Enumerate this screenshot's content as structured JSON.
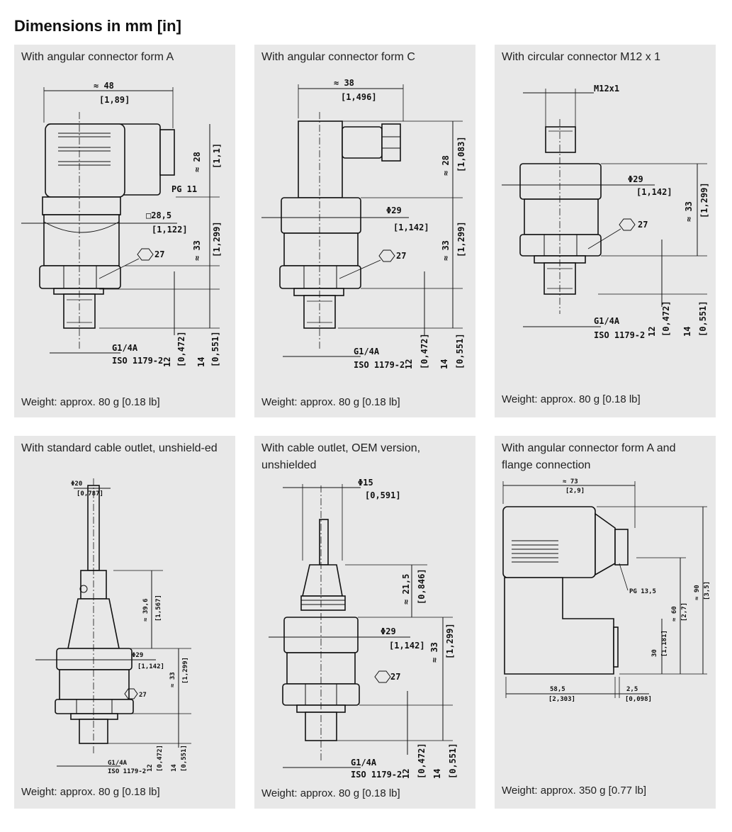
{
  "page_title": "Dimensions in mm [in]",
  "panels": [
    {
      "title": "With angular connector form A",
      "weight": "Weight: approx. 80 g [0.18 lb]",
      "labels": {
        "width": "≈ 48",
        "width_in": "[1,89]",
        "h_conn": "≈ 28",
        "h_conn_in": "[1,1]",
        "pg": "PG 11",
        "square": "□28,5",
        "square_in": "[1,122]",
        "h_body": "≈ 33",
        "h_body_in": "[1,299]",
        "hex": "27",
        "thread": "G1/4A",
        "iso": "ISO 1179-2",
        "t12": "12",
        "t12_in": "[0,472]",
        "t14": "14",
        "t14_in": "[0,551]"
      }
    },
    {
      "title": "With angular connector form C",
      "weight": "Weight: approx. 80 g [0.18 lb]",
      "labels": {
        "width": "≈ 38",
        "width_in": "[1,496]",
        "h_conn": "≈ 28",
        "h_conn_in": "[1,083]",
        "dia": "Φ29",
        "dia_in": "[1,142]",
        "h_body": "≈ 33",
        "h_body_in": "[1,299]",
        "hex": "27",
        "thread": "G1/4A",
        "iso": "ISO 1179-2",
        "t12": "12",
        "t12_in": "[0,472]",
        "t14": "14",
        "t14_in": "[0,551]"
      }
    },
    {
      "title": "With circular connector M12 x 1",
      "weight": "Weight: approx. 80 g [0.18 lb]",
      "labels": {
        "m12": "M12x1",
        "dia": "Φ29",
        "dia_in": "[1,142]",
        "h_body": "≈ 33",
        "h_body_in": "[1,299]",
        "hex": "27",
        "thread": "G1/4A",
        "iso": "ISO 1179-2",
        "t12": "12",
        "t12_in": "[0,472]",
        "t14": "14",
        "t14_in": "[0,551]"
      }
    },
    {
      "title": "With standard cable outlet, unshield-ed",
      "weight": "Weight: approx. 80 g [0.18 lb]",
      "labels": {
        "dia_top": "Φ20",
        "dia_top_in": "[0,787]",
        "h_cable": "≈ 39,6",
        "h_cable_in": "[1,567]",
        "dia": "Φ29",
        "dia_in": "[1,142]",
        "h_body": "≈ 33",
        "h_body_in": "[1,299]",
        "hex": "27",
        "thread": "G1/4A",
        "iso": "ISO 1179-2",
        "t12": "12",
        "t12_in": "[0,472]",
        "t14": "14",
        "t14_in": "[0,551]"
      }
    },
    {
      "title": "With cable outlet, OEM version, unshielded",
      "weight": "Weight: approx. 80 g [0.18 lb]",
      "labels": {
        "dia_top": "Φ15",
        "dia_top_in": "[0,591]",
        "h_cable": "≈ 21,5",
        "h_cable_in": "[0,846]",
        "dia": "Φ29",
        "dia_in": "[1,142]",
        "h_body": "≈ 33",
        "h_body_in": "[1,299]",
        "hex": "27",
        "thread": "G1/4A",
        "iso": "ISO 1179-2",
        "t12": "12",
        "t12_in": "[0,472]",
        "t14": "14",
        "t14_in": "[0,551]"
      }
    },
    {
      "title": "With angular connector form A and flange connection",
      "weight": "Weight: approx. 350 g [0.77 lb]",
      "labels": {
        "width": "≈ 73",
        "width_in": "[2,9]",
        "pg": "PG 13,5",
        "h60": "≈ 60",
        "h60_in": "[2,7]",
        "h90": "≈ 90",
        "h90_in": "[3,5]",
        "h30": "30",
        "h30_in": "[1,181]",
        "w58": "58,5",
        "w58_in": "[2,303]",
        "w25": "2,5",
        "w25_in": "[0,098]"
      }
    }
  ]
}
